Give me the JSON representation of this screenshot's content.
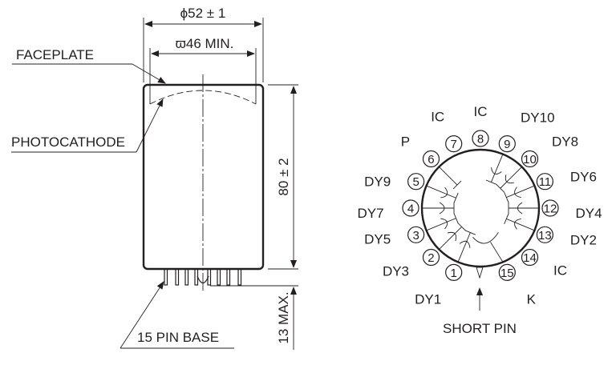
{
  "outline": {
    "dim_outer_diameter": "ϕ52 ± 1",
    "dim_photocathode_diameter": "ϖ46 MIN.",
    "dim_length": "80 ± 2",
    "dim_pin_length": "13 MAX.",
    "label_faceplate": "FACEPLATE",
    "label_photocathode": "PHOTOCATHODE",
    "label_base": "15 PIN BASE"
  },
  "basing": {
    "short_pin_label": "SHORT PIN",
    "pins": [
      {
        "num": "1",
        "name": "DY1"
      },
      {
        "num": "2",
        "name": "DY3"
      },
      {
        "num": "3",
        "name": "DY5"
      },
      {
        "num": "4",
        "name": "DY7"
      },
      {
        "num": "5",
        "name": "DY9"
      },
      {
        "num": "6",
        "name": "P"
      },
      {
        "num": "7",
        "name": "IC"
      },
      {
        "num": "8",
        "name": "IC"
      },
      {
        "num": "9",
        "name": "DY10"
      },
      {
        "num": "10",
        "name": "DY8"
      },
      {
        "num": "11",
        "name": "DY6"
      },
      {
        "num": "12",
        "name": "DY4"
      },
      {
        "num": "13",
        "name": "DY2"
      },
      {
        "num": "14",
        "name": "IC"
      },
      {
        "num": "15",
        "name": "K"
      }
    ]
  }
}
